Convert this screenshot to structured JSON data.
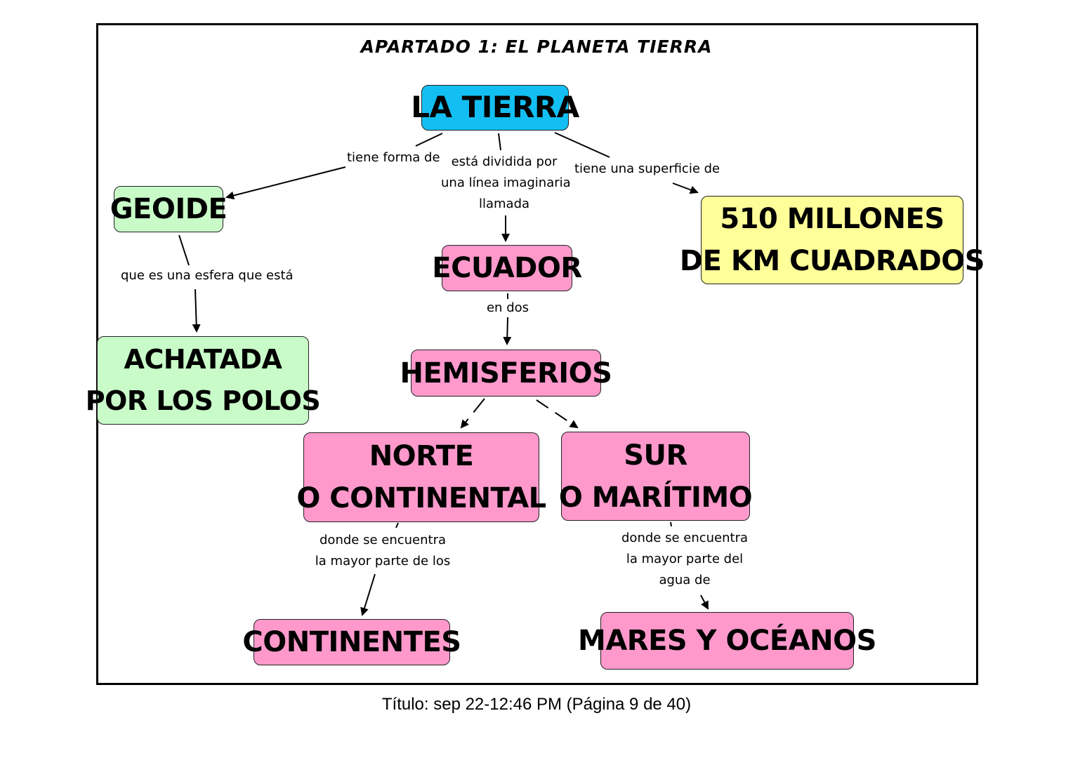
{
  "title": "APARTADO 1: EL PLANETA TIERRA",
  "colors": {
    "blue": "#13bff2",
    "green": "#c8fbc8",
    "yellow": "#ffff99",
    "pink": "#ff99cc"
  },
  "nodes": {
    "tierra": "LA TIERRA",
    "geoide": "GEOIDE",
    "achatada": [
      "ACHATADA",
      "POR LOS POLOS"
    ],
    "ecuador": "ECUADOR",
    "superficie": [
      "510 MILLONES",
      "DE KM CUADRADOS"
    ],
    "hemisferios": "HEMISFERIOS",
    "norte": [
      "NORTE",
      "O CONTINENTAL"
    ],
    "sur": [
      "SUR",
      "O MARÍTIMO"
    ],
    "continentes": "CONTINENTES",
    "mares": "MARES Y OCÉANOS"
  },
  "links": {
    "forma": "tiene forma de",
    "dividida": [
      "está dividida por",
      "una línea imaginaria",
      "llamada"
    ],
    "superficie": "tiene una superficie de",
    "esfera": "que es una esfera que está",
    "en_dos": "en dos",
    "continentes": [
      "donde se encuentra",
      "la mayor parte de los"
    ],
    "agua": [
      "donde se encuentra",
      "la mayor parte del",
      "agua de"
    ]
  },
  "footer": "Título: sep 22-12:46 PM (Página 9 de 40)"
}
